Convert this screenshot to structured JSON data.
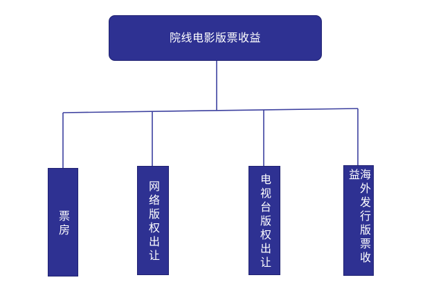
{
  "diagram": {
    "root": {
      "label": "院线电影版票收益",
      "children": [
        {
          "label": "票房"
        },
        {
          "label": "网络版权出让"
        },
        {
          "label": "电视台版权出让"
        },
        {
          "label": "海外发行版票收益"
        }
      ]
    }
  },
  "colors": {
    "node_fill": "#2e3192",
    "node_border": "#1f2170",
    "connector": "#3b3f9e",
    "label": "#ffffff",
    "background": "#ffffff"
  }
}
